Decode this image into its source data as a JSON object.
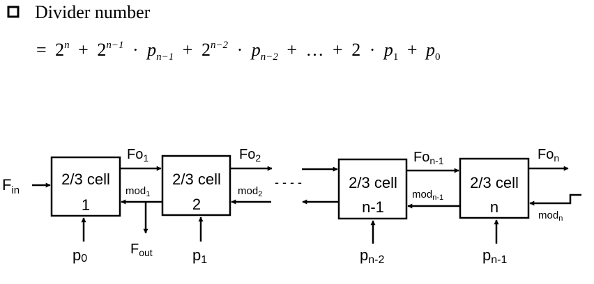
{
  "bullet_heading": "Divider number",
  "formula": {
    "equals": "=",
    "base": "2",
    "exp_n": "n",
    "plus": "+",
    "exp_n_minus_1": "n−1",
    "exp_n_minus_2": "n−2",
    "dot": "·",
    "p": "p",
    "sub_n_minus_1": "n−1",
    "sub_n_minus_2": "n−2",
    "ellipsis": "…",
    "sub_1": "1",
    "sub_0": "0"
  },
  "diagram": {
    "input_label": "F",
    "input_sub": "in",
    "dots": "- - - -",
    "cells": [
      {
        "line1": "2/3 cell",
        "line2": "1"
      },
      {
        "line1": "2/3 cell",
        "line2": "2"
      },
      {
        "line1": "2/3 cell",
        "line2": "n-1"
      },
      {
        "line1": "2/3 cell",
        "line2": "n"
      }
    ],
    "fo_labels": [
      {
        "main": "Fo",
        "sub": "1"
      },
      {
        "main": "Fo",
        "sub": "2"
      },
      {
        "main": "Fo",
        "sub": "n-1"
      },
      {
        "main": "Fo",
        "sub": "n"
      }
    ],
    "mod_labels": [
      {
        "main": "mod",
        "sub": "1"
      },
      {
        "main": "mod",
        "sub": "2"
      },
      {
        "main": "mod",
        "sub": "n-1"
      },
      {
        "main": "mod",
        "sub": "n"
      }
    ],
    "p_labels": [
      {
        "main": "p",
        "sub": "0"
      },
      {
        "main": "p",
        "sub": "1"
      },
      {
        "main": "p",
        "sub": "n-2"
      },
      {
        "main": "p",
        "sub": "n-1"
      }
    ],
    "fout": {
      "main": "F",
      "sub": "out"
    }
  }
}
